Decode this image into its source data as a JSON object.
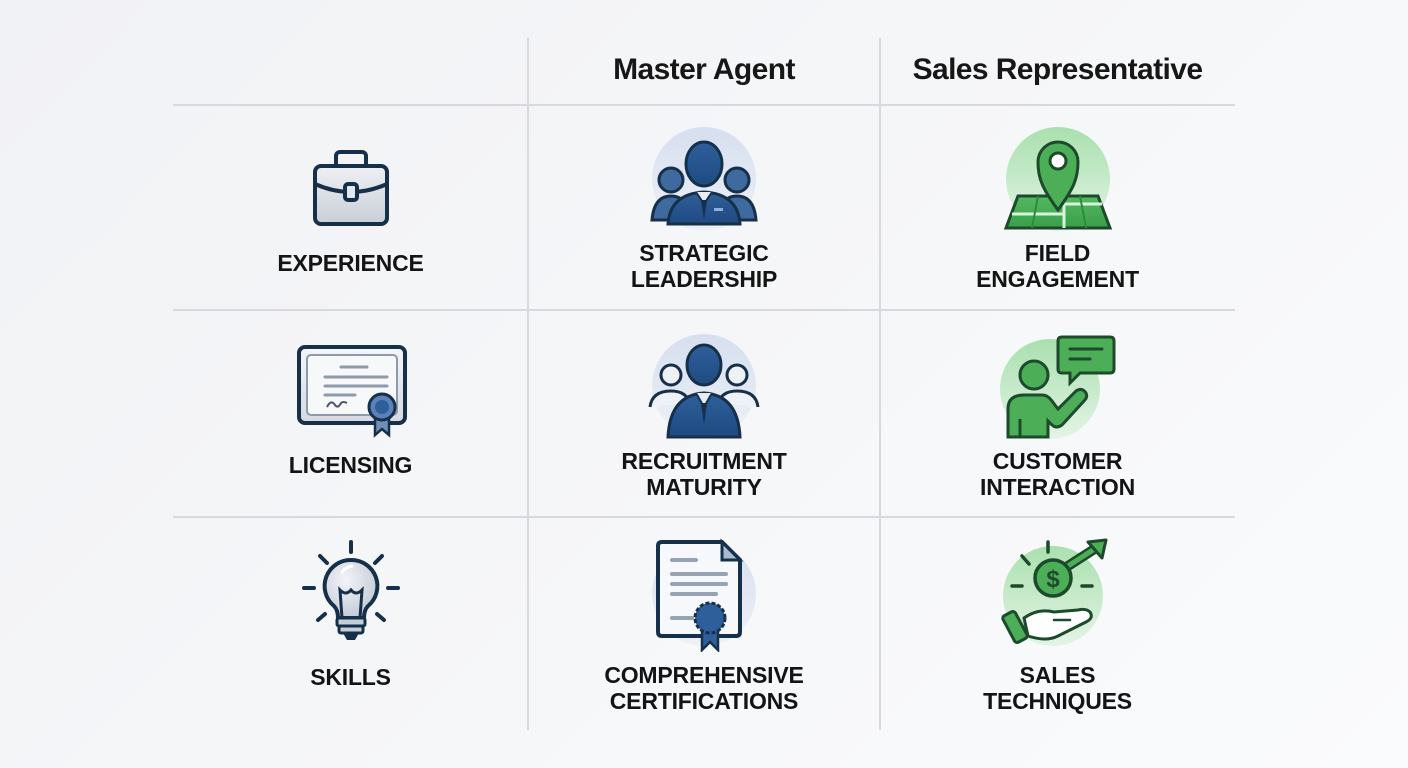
{
  "header": {
    "columns": [
      "",
      "Master Agent",
      "Sales Representative"
    ]
  },
  "rows": [
    {
      "category": {
        "label": "EXPERIENCE",
        "icon": "briefcase-icon"
      },
      "master_agent": {
        "label": "STRATEGIC\nLEADERSHIP",
        "icon": "leader-team-icon"
      },
      "sales_rep": {
        "label": "FIELD\nENGAGEMENT",
        "icon": "map-pin-icon"
      }
    },
    {
      "category": {
        "label": "LICENSING",
        "icon": "certificate-icon"
      },
      "master_agent": {
        "label": "RECRUITMENT\nMATURITY",
        "icon": "recruit-team-icon"
      },
      "sales_rep": {
        "label": "CUSTOMER\nINTERACTION",
        "icon": "presenter-chat-icon"
      }
    },
    {
      "category": {
        "label": "SKILLS",
        "icon": "lightbulb-icon"
      },
      "master_agent": {
        "label": "COMPREHENSIVE\nCERTIFICATIONS",
        "icon": "document-ribbon-icon"
      },
      "sales_rep": {
        "label": "SALES\nTECHNIQUES",
        "icon": "hand-dollar-growth-icon"
      }
    }
  ],
  "colors": {
    "navy_stroke": "#17304a",
    "blue_fill": "#2f5f9a",
    "blue_dark": "#1f4a82",
    "blue_halo": "#d3dcea",
    "gray_fill": "#dfe3ea",
    "green_fill": "#3fae55",
    "green_dark": "#1d6b34",
    "green_halo": "#bfe8c4",
    "grid_line": "#d6dae0"
  }
}
